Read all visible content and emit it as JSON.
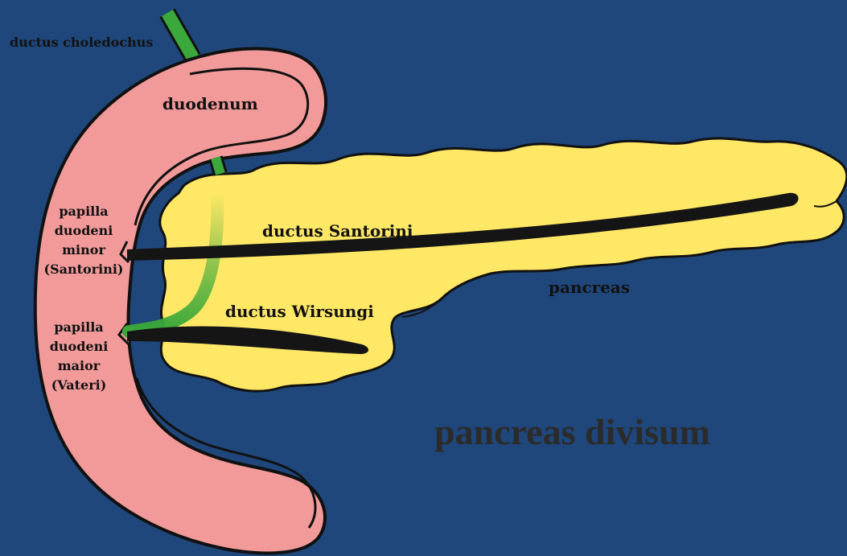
{
  "labels": {
    "ductus_choledochus": "ductus choledochus",
    "duodenum": "duodenum",
    "ductus_santorini": "ductus Santorini",
    "ductus_wirsungi": "ductus Wirsungi",
    "pancreas": "pancreas",
    "papilla_minor": [
      "papilla",
      "duodeni",
      "minor",
      "(Santorini)"
    ],
    "papilla_maior": [
      "papilla",
      "duodeni",
      "maior",
      "(Vateri)"
    ],
    "title": "pancreas divisum"
  },
  "colors": {
    "background": "#1f477b",
    "duodenum": "#f29a9a",
    "pancreas": "#ffe866",
    "bile_duct": "#3aa83a",
    "pancreatic_ducts": "#151515",
    "title_text": "#2b2b2b"
  }
}
